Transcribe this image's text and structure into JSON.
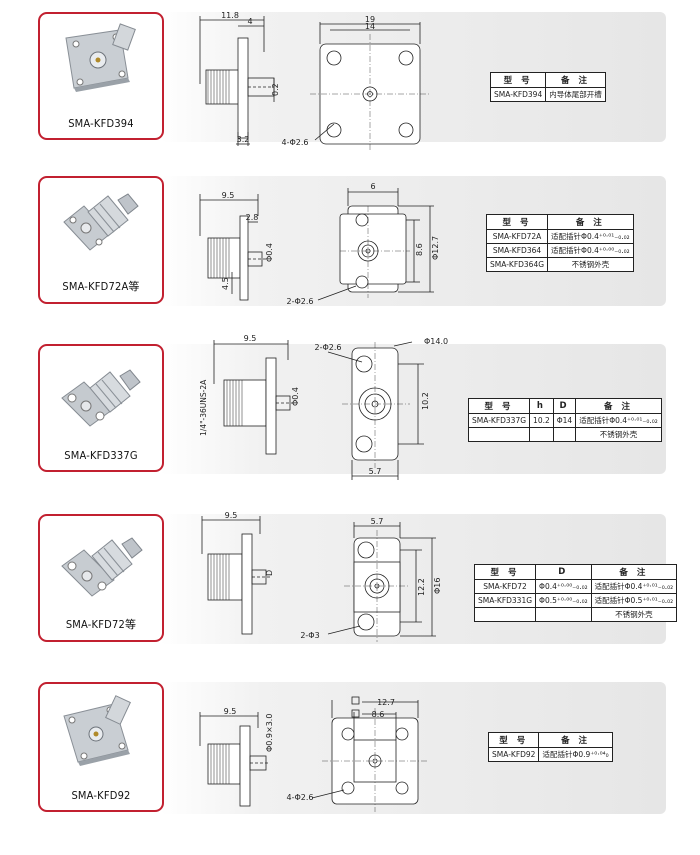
{
  "products": [
    {
      "name": "SMA-KFD394",
      "side": {
        "dims": [
          "11.8",
          "4",
          "0.2",
          "3.2"
        ]
      },
      "front": {
        "dims": [
          "19",
          "14",
          "4-Φ2.6"
        ]
      },
      "table": {
        "headers": [
          "型 号",
          "备 注"
        ],
        "rows": [
          [
            "SMA-KFD394",
            "内导体尾部开槽"
          ]
        ]
      }
    },
    {
      "name": "SMA-KFD72A等",
      "side": {
        "dims": [
          "9.5",
          "2.8",
          "Φ0.4",
          "4.5"
        ]
      },
      "front": {
        "dims": [
          "6",
          "8.6",
          "Φ12.7",
          "2-Φ2.6"
        ]
      },
      "table": {
        "headers": [
          "型 号",
          "备 注"
        ],
        "rows": [
          [
            "SMA-KFD72A",
            "适配插针Φ0.4⁺⁰·⁰¹₋₀.₀₂"
          ],
          [
            "SMA-KFD364",
            "适配插针Φ0.4⁺⁰·⁰⁰₋₀.₀₂"
          ],
          [
            "SMA-KFD364G",
            "不锈钢外壳"
          ]
        ]
      }
    },
    {
      "name": "SMA-KFD337G",
      "side": {
        "dims": [
          "9.5",
          "1/4\"-36UNS-2A",
          "Φ0.4"
        ]
      },
      "front": {
        "dims": [
          "2-Φ2.6",
          "Φ14.0",
          "10.2",
          "5.7"
        ]
      },
      "table": {
        "headers": [
          "型 号",
          "h",
          "D",
          "备 注"
        ],
        "rows": [
          [
            "SMA-KFD337G",
            "10.2",
            "Φ14",
            "适配插针Φ0.4⁺⁰·⁰¹₋₀.₀₂"
          ],
          [
            "",
            "",
            "",
            "不锈钢外壳"
          ]
        ]
      }
    },
    {
      "name": "SMA-KFD72等",
      "side": {
        "dims": [
          "9.5",
          "D"
        ]
      },
      "front": {
        "dims": [
          "5.7",
          "12.2",
          "Φ16",
          "2-Φ3"
        ]
      },
      "table": {
        "headers": [
          "型 号",
          "D",
          "备 注"
        ],
        "rows": [
          [
            "SMA-KFD72",
            "Φ0.4⁺⁰·⁰⁰₋₀.₀₂",
            "适配插针Φ0.4⁺⁰·⁰¹₋₀.₀₂"
          ],
          [
            "SMA-KFD331G",
            "Φ0.5⁺⁰·⁰⁰₋₀.₀₂",
            "适配插针Φ0.5⁺⁰·⁰¹₋₀.₀₂"
          ],
          [
            "",
            "",
            "不锈钢外壳"
          ]
        ]
      }
    },
    {
      "name": "SMA-KFD92",
      "side": {
        "dims": [
          "9.5",
          "Φ0.9×3.0"
        ]
      },
      "front": {
        "dims": [
          "12.7",
          "8.6",
          "4-Φ2.6"
        ]
      },
      "table": {
        "headers": [
          "型 号",
          "备 注"
        ],
        "rows": [
          [
            "SMA-KFD92",
            "适配插针Φ0.9⁺⁰·⁰⁴₀"
          ]
        ]
      }
    }
  ]
}
